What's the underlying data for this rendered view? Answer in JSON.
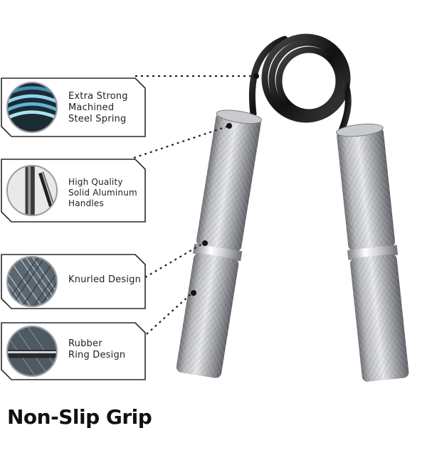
{
  "features": [
    {
      "label": "Extra Strong\nMachined\nSteel Spring",
      "thumbnail": "spring-coil-closeup"
    },
    {
      "label": "High Quality\nSolid Aluminum\nHandles",
      "thumbnail": "handle-closeup"
    },
    {
      "label": "Knurled Design",
      "thumbnail": "knurled-texture-closeup"
    },
    {
      "label": "Rubber\nRing Design",
      "thumbnail": "rubber-ring-closeup"
    }
  ],
  "tagline": "Non-Slip Grip",
  "colors": {
    "handle_light": "#d9dadc",
    "handle_dark": "#8a8c90",
    "spring": "#1c1c1e",
    "ring_band": "#f2f2f2",
    "outline": "#2a2a2a"
  }
}
